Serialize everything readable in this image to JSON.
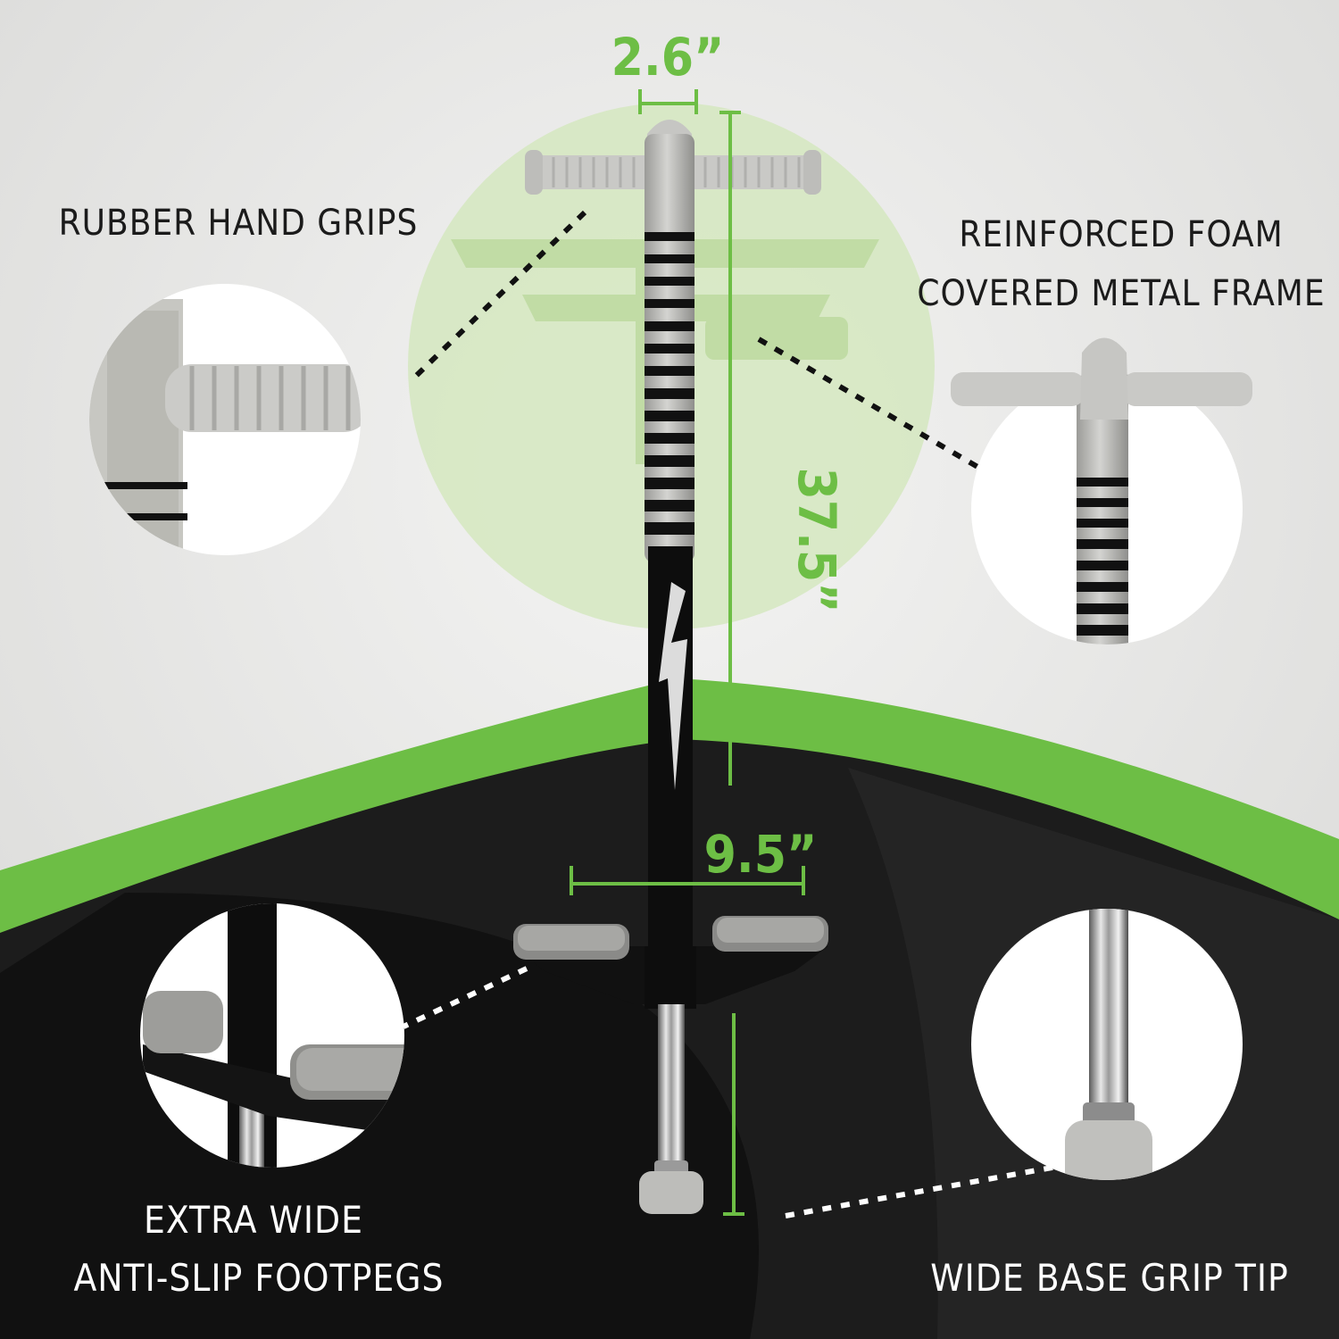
{
  "colors": {
    "accent_green": "#6dbe45",
    "background_light": "#e9e9e9",
    "background_dark": "#1a1a1a",
    "grip_gray": "#c9c9c6",
    "pole_black": "#0d0d0d"
  },
  "dimensions": {
    "handle_width": "2.6”",
    "height": "37.5”",
    "footpeg_width": "9.5”"
  },
  "features": {
    "hand_grips": "RUBBER HAND GRIPS",
    "frame_line1": "REINFORCED FOAM",
    "frame_line2": "COVERED METAL FRAME",
    "footpegs_line1": "EXTRA WIDE",
    "footpegs_line2": "ANTI-SLIP FOOTPEGS",
    "base_tip": "WIDE BASE GRIP TIP"
  },
  "icons": {
    "logo": "brand-logo-watermark",
    "bolt": "lightning-bolt-icon"
  }
}
